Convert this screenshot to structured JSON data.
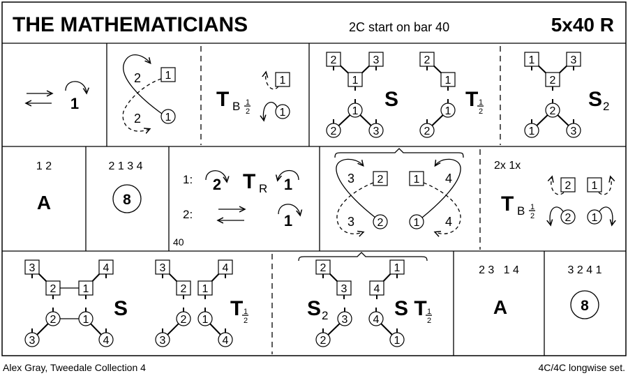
{
  "header": {
    "title": "THE MATHEMATICIANS",
    "subtitle": "2C start on bar 40",
    "tempo": "5x40 R"
  },
  "footer": {
    "left": "Alex Gray, Tweedale Collection 4",
    "right": "4C/4C longwise set."
  },
  "row1": {
    "turn_num": "1",
    "fig2_labels": [
      "2",
      "2"
    ],
    "turn_letter": "T",
    "turn_sub": "B",
    "half_num": "1",
    "half_den": "2",
    "set_letter": "S",
    "turn2_letter": "T",
    "set2_letter": "S",
    "set2_sub": "2"
  },
  "row2": {
    "bars1": "1 2",
    "advance": "A",
    "bars2": "2 1 3 4",
    "circle": "8",
    "line1": "1:",
    "line1_num_a": "2",
    "line1_turn": "T",
    "line1_sub": "R",
    "line1_num_b": "1",
    "line2": "2:",
    "line2_num": "1",
    "bar_num": "40",
    "reel_labels": [
      "3",
      "4",
      "3",
      "4"
    ],
    "sides": "2x 1x",
    "turn_letter": "T",
    "turn_sub": "B"
  },
  "row3": {
    "set_letter": "S",
    "turn_letter": "T",
    "set2_letter": "S",
    "set2_sub": "2",
    "setturn": "S T",
    "bars1": "2 3   1 4",
    "advance": "A",
    "bars2": "3 2 4 1",
    "circle": "8"
  },
  "dancers": {
    "r1a": [
      "1",
      "1"
    ],
    "r1b": [
      "1",
      "1"
    ],
    "r1c": [
      "2",
      "3",
      "1",
      "1",
      "2",
      "3"
    ],
    "r1d": [
      "2",
      "1",
      "1",
      "2"
    ],
    "r1e": [
      "1",
      "3",
      "2",
      "2",
      "1",
      "3"
    ],
    "r2a": [
      "2",
      "1",
      "2",
      "1"
    ],
    "r2b": [
      "2",
      "1",
      "2",
      "1"
    ],
    "r3a": [
      "3",
      "2",
      "1",
      "4",
      "2",
      "1",
      "3",
      "4"
    ],
    "r3b": [
      "3",
      "2",
      "1",
      "4",
      "2",
      "1",
      "3",
      "4"
    ],
    "r3c": [
      "2",
      "3",
      "4",
      "1",
      "3",
      "2",
      "4",
      "1"
    ]
  }
}
